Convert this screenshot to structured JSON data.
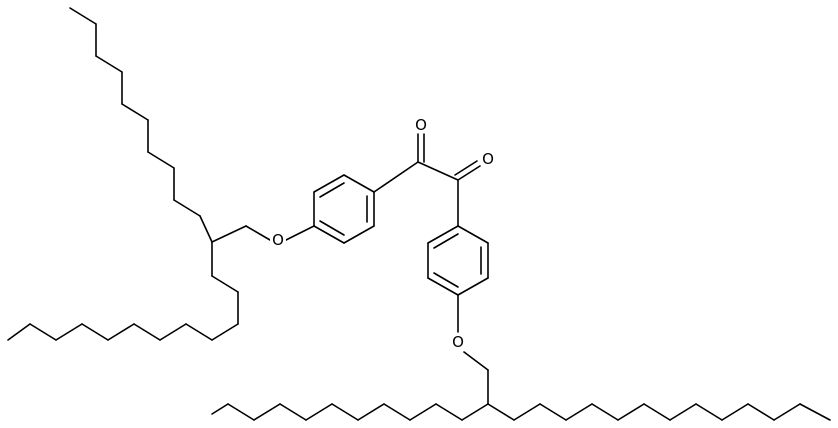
{
  "structure": {
    "atoms": {
      "carbonyl_oxygen_1": "O",
      "carbonyl_oxygen_2": "O",
      "ether_oxygen_1": "O",
      "ether_oxygen_2": "O"
    }
  }
}
